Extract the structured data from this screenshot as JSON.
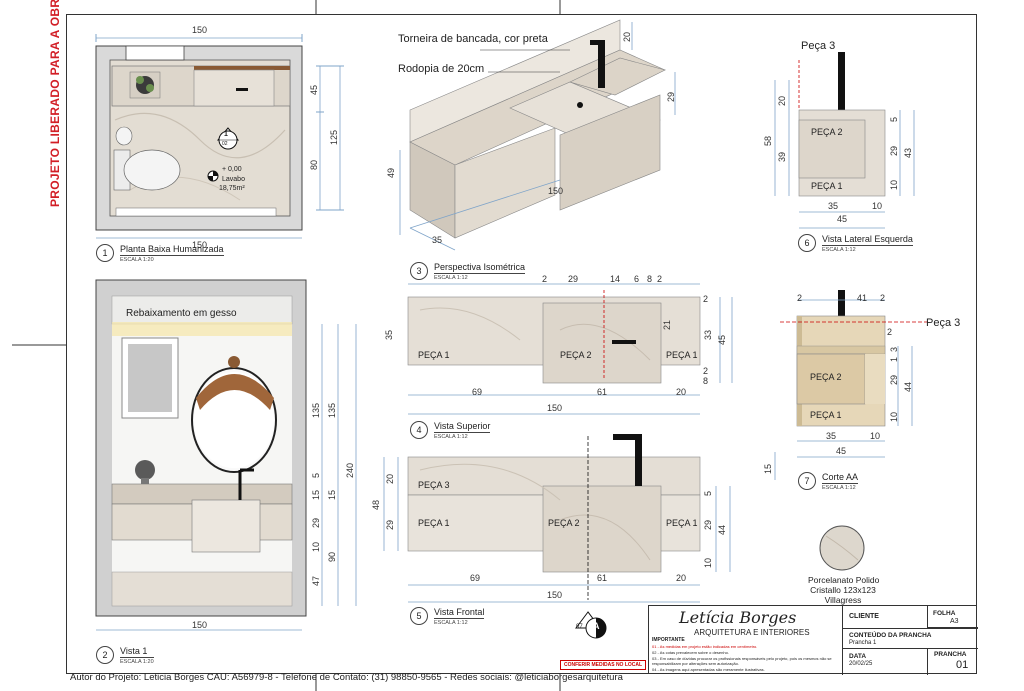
{
  "banner": "PROJETO LIBERADO PARA A OBRA.",
  "views": {
    "v1": {
      "num": "1",
      "title": "Planta Baixa Humanizada",
      "scale": "ESCALA 1:20"
    },
    "v2": {
      "num": "2",
      "title": "Vista 1",
      "scale": "ESCALA 1:20"
    },
    "v3": {
      "num": "3",
      "title": "Perspectiva Isométrica",
      "scale": "ESCALA 1:12"
    },
    "v4": {
      "num": "4",
      "title": "Vista Superior",
      "scale": "ESCALA 1:12"
    },
    "v5": {
      "num": "5",
      "title": "Vista Frontal",
      "scale": "ESCALA 1:12"
    },
    "v6": {
      "num": "6",
      "title": "Vista Lateral Esquerda",
      "scale": "ESCALA 1:12"
    },
    "v7": {
      "num": "7",
      "title": "Corte AA",
      "scale": "ESCALA 1:12"
    }
  },
  "plan": {
    "width_top": "150",
    "width_bottom": "150",
    "d45": "45",
    "d80": "80",
    "d125": "125",
    "section_mark": "1",
    "section_sub": "02",
    "level": "+ 0,00",
    "room": "Lavabo",
    "area": "18,75m²"
  },
  "elevation": {
    "ceiling_label": "Rebaixamento em gesso",
    "d135a": "135",
    "d135b": "135",
    "d240": "240",
    "d5": "5",
    "d15a": "15",
    "d15b": "15",
    "d29": "29",
    "d10": "10",
    "d90": "90",
    "d47": "47",
    "width": "150"
  },
  "iso": {
    "tap_label": "Torneira de bancada, cor preta",
    "skirting_label": "Rodopia de 20cm",
    "d20": "20",
    "d29": "29",
    "d49": "49",
    "d150": "150",
    "d35": "35"
  },
  "top_view": {
    "top_dims": [
      "2",
      "29",
      "14",
      "6",
      "8",
      "2"
    ],
    "d35": "35",
    "d21": "21",
    "d33": "33",
    "d45": "45",
    "d2a": "2",
    "d2b": "2",
    "d8": "8",
    "p1": "PEÇA 1",
    "p2": "PEÇA 2",
    "p1b": "PEÇA 1",
    "b69": "69",
    "b61": "61",
    "b20": "20",
    "b150": "150"
  },
  "front_view": {
    "d20": "20",
    "d29a": "29",
    "d48": "48",
    "d5": "5",
    "d29b": "29",
    "d44": "44",
    "d10": "10",
    "p3": "PEÇA 3",
    "p1": "PEÇA 1",
    "p2": "PEÇA 2",
    "p1b": "PEÇA 1",
    "b69": "69",
    "b61": "61",
    "b20": "20",
    "b150": "150",
    "section": "A",
    "section_sub": "07"
  },
  "side_view": {
    "p3_label": "Peça 3",
    "d20": "20",
    "d58": "58",
    "d39": "39",
    "d5": "5",
    "d29": "29",
    "d43": "43",
    "d10": "10",
    "p2": "PEÇA 2",
    "p1": "PEÇA 1",
    "b35": "35",
    "b10": "10",
    "b45": "45"
  },
  "cut_view": {
    "d2a": "2",
    "d41": "41",
    "d2b": "2",
    "p3_label": "Peça 3",
    "d2c": "2",
    "d3": "3",
    "d29": "29",
    "d1": "1",
    "d44": "44",
    "d10": "10",
    "d15": "15",
    "p2": "PEÇA 2",
    "p1": "PEÇA 1",
    "b35": "35",
    "b10": "10",
    "b45": "45"
  },
  "material": {
    "name": "Porcelanato Polido",
    "product": "Cristallo 123x123",
    "brand": "Villagress"
  },
  "title_block": {
    "signature": "Letícia Borges",
    "company": "ARQUITETURA E INTERIORES",
    "important_label": "IMPORTANTE",
    "notes": [
      "01 - As medidas em projeto estão indicadas em centímetro.",
      "02 - As cotas prevalecem sobre o desenho.",
      "03 - Em caso de dúvidas procurar os profissionais responsáveis pelo projeto, pois os mesmos não se responsabilizam por alterações sem autorização.",
      "04 - As imagens aqui apresentadas são meramente ilustrativas."
    ],
    "check_stamp": "CONFERIR MEDIDAS NO LOCAL",
    "client_label": "CLIENTE",
    "sheet_label": "FOLHA",
    "sheet_value": "A3",
    "content_label": "CONTEÚDO DA PRANCHA",
    "content_value": "Prancha 1",
    "date_label": "DATA",
    "date_value": "20/02/25",
    "board_label": "PRANCHA",
    "board_value": "01"
  },
  "footer": "Autor do Projeto: Leticia Borges CAU: A56979-8 - Telefone de Contato: (31) 98850-9565 - Redes sociais: @leticiaborgesarquitetura",
  "colors": {
    "banner": "#d21e26",
    "dimension": "#7fa4c9",
    "marble": "#e2ddd5",
    "wood": "#a0663a",
    "black": "#1a1a1a"
  }
}
